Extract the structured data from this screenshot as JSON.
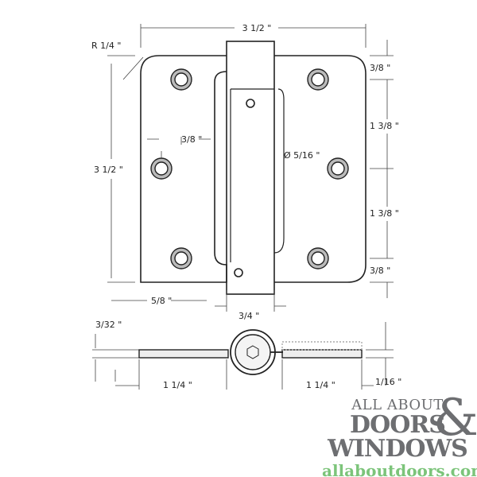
{
  "dimensions": {
    "overall_width": "3 1/2 \"",
    "corner_radius": "R 1/4 \"",
    "top_offset": "3/8 \"",
    "hole_spacing_upper": "1 3/8 \"",
    "hole_diameter": "Ø 5/16 \"",
    "hole_edge_offset": "3/8 \"",
    "overall_height": "3 1/2 \"",
    "hole_spacing_lower": "1 3/8 \"",
    "bottom_offset": "3/8 \"",
    "hole_bottom_offset": "5/8 \"",
    "knuckle_width": "3/4 \"",
    "leaf_thickness": "3/32 \"",
    "left_leaf_width": "1 1/4 \"",
    "right_leaf_width": "1 1/4 \"",
    "gap": "1/16 \""
  },
  "logo": {
    "line1": "ALL ABOUT",
    "line2": "DOORS",
    "ampersand": "&",
    "line3": "WINDOWS",
    "url": "allaboutdoors.com",
    "colors": {
      "text": "#6d6e71",
      "url": "#7cc47a"
    }
  }
}
